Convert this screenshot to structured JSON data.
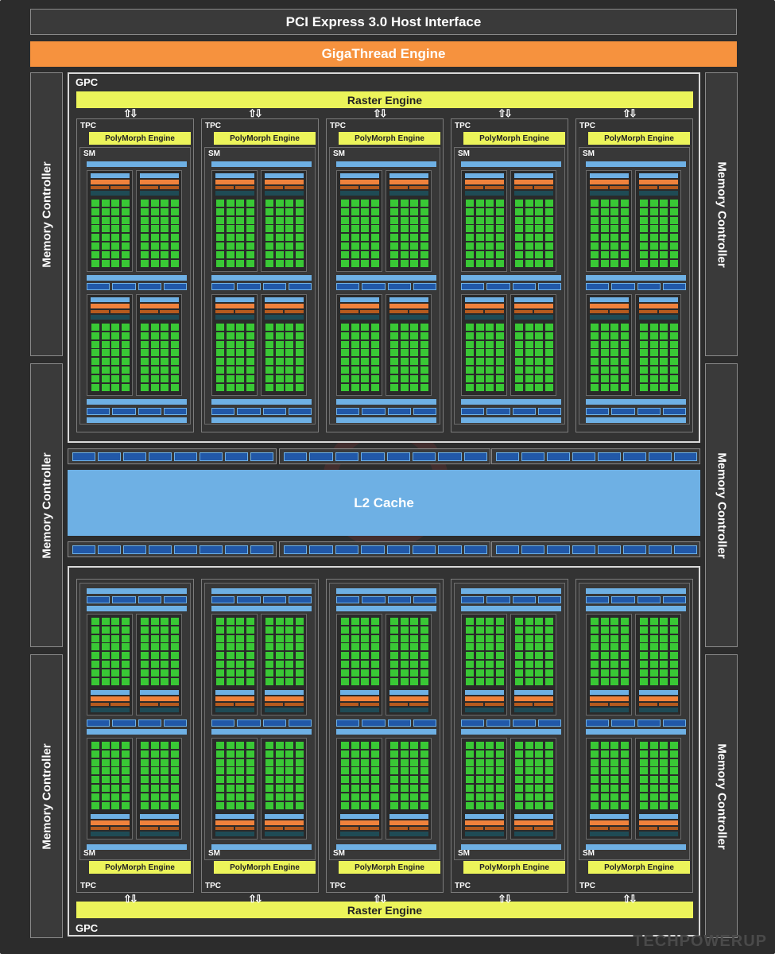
{
  "host_interface": "PCI Express 3.0 Host Interface",
  "gigathread": "GigaThread Engine",
  "memory_controller": "Memory Controller",
  "gpc_label": "GPC",
  "raster_engine": "Raster Engine",
  "tpc_label": "TPC",
  "polymorph_engine": "PolyMorph Engine",
  "sm_label": "SM",
  "l2_cache": "L2 Cache",
  "watermark": "TECHPOWERUP",
  "colors": {
    "polymorph_yellow": "#ecf45a",
    "gigathread_orange": "#f6923e",
    "core_green": "#39c835",
    "cache_blue": "#6eb0e4",
    "unit_dark_blue": "#2158a8"
  }
}
